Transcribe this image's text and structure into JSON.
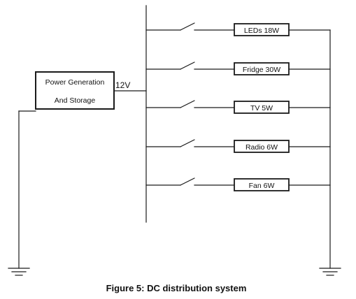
{
  "source": {
    "line1": "Power Generation",
    "line2": "And Storage"
  },
  "bus_voltage": "12V",
  "loads": [
    {
      "label": "LEDs 18W"
    },
    {
      "label": "Fridge 30W"
    },
    {
      "label": "TV 5W"
    },
    {
      "label": "Radio 6W"
    },
    {
      "label": "Fan 6W"
    }
  ],
  "caption": "Figure 5: DC distribution system"
}
